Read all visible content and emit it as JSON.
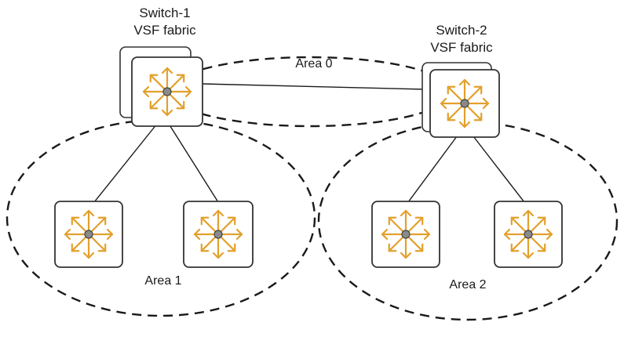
{
  "switch1": {
    "name": "Switch-1",
    "subtitle": "VSF fabric"
  },
  "switch2": {
    "name": "Switch-2",
    "subtitle": "VSF fabric"
  },
  "areas": {
    "area0": "Area 0",
    "area1": "Area 1",
    "area2": "Area 2"
  },
  "colors": {
    "icon_orange": "#e3a02c",
    "box_stroke": "#333333",
    "line": "#1a1a1a"
  },
  "icons": {
    "switch_symbol": "four-way-arrows-switch-icon"
  }
}
